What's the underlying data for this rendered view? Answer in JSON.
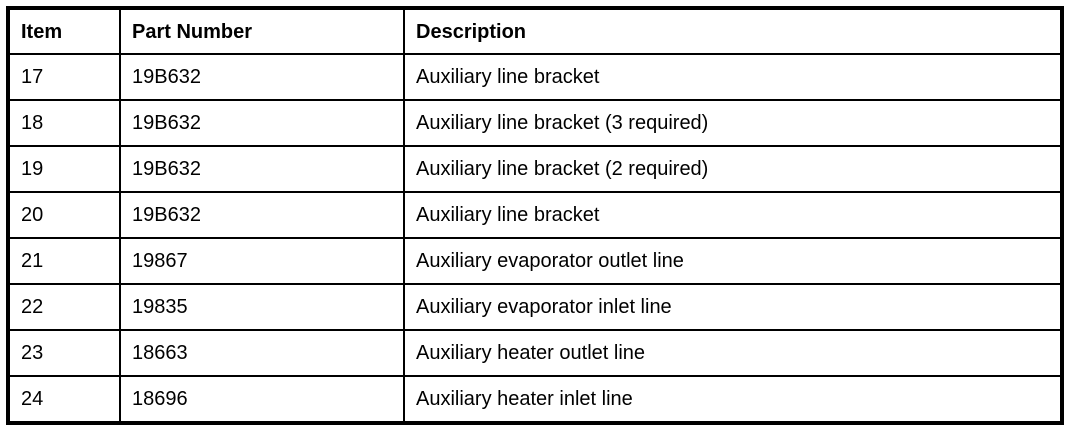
{
  "colors": {
    "border": "#000000",
    "background": "#ffffff",
    "text": "#000000"
  },
  "table": {
    "columns": {
      "item": "Item",
      "part_number": "Part Number",
      "description": "Description"
    },
    "rows": [
      {
        "item": "17",
        "part_number": "19B632",
        "description": "Auxiliary line bracket"
      },
      {
        "item": "18",
        "part_number": "19B632",
        "description": "Auxiliary line bracket (3 required)"
      },
      {
        "item": "19",
        "part_number": "19B632",
        "description": "Auxiliary line bracket (2 required)"
      },
      {
        "item": "20",
        "part_number": "19B632",
        "description": "Auxiliary line bracket"
      },
      {
        "item": "21",
        "part_number": "19867",
        "description": "Auxiliary evaporator outlet line"
      },
      {
        "item": "22",
        "part_number": "19835",
        "description": "Auxiliary evaporator inlet line"
      },
      {
        "item": "23",
        "part_number": "18663",
        "description": "Auxiliary heater outlet line"
      },
      {
        "item": "24",
        "part_number": "18696",
        "description": "Auxiliary heater inlet line"
      }
    ]
  }
}
